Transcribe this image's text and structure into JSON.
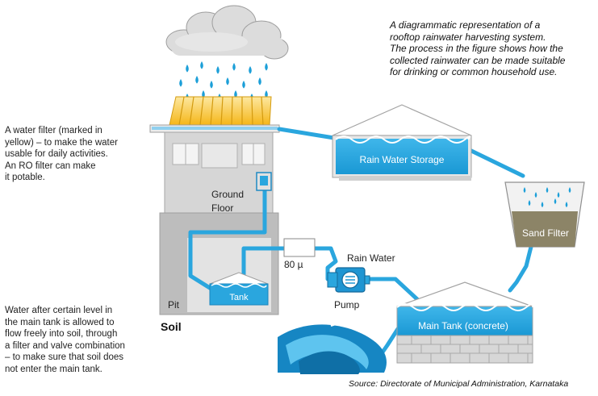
{
  "caption": "A diagrammatic representation of a\nrooftop rainwater harvesting system.\nThe process in the figure shows how the\ncollected rainwater can be made suitable\nfor drinking or common household use.",
  "note_filter": "A water filter (marked in\nyellow) – to make the water\nusable for daily activities.\nAn RO filter can make\nit potable.",
  "note_soil": "Water after certain level in\nthe main tank is allowed to\nflow freely into soil, through\na filter and valve combination\n– to make sure that soil does\nnot enter the main tank.",
  "source": "Source: Directorate of Municipal Administration, Karnataka",
  "labels": {
    "rain_water_storage": "Rain Water Storage",
    "sand_filter": "Sand Filter",
    "ground_floor": "Ground\nFloor",
    "pit": "Pit",
    "soil": "Soil",
    "tank": "Tank",
    "filter_micron": "80 µ",
    "rain_water": "Rain Water",
    "pump": "Pump",
    "main_tank": "Main Tank (concrete)"
  },
  "colors": {
    "water": "#29a9e1",
    "pipe": "#4fb8e6",
    "roof_filter": "#f7c531",
    "sand": "#8c8467",
    "building": "#d8d8d8",
    "ground": "#bfbfbf"
  }
}
